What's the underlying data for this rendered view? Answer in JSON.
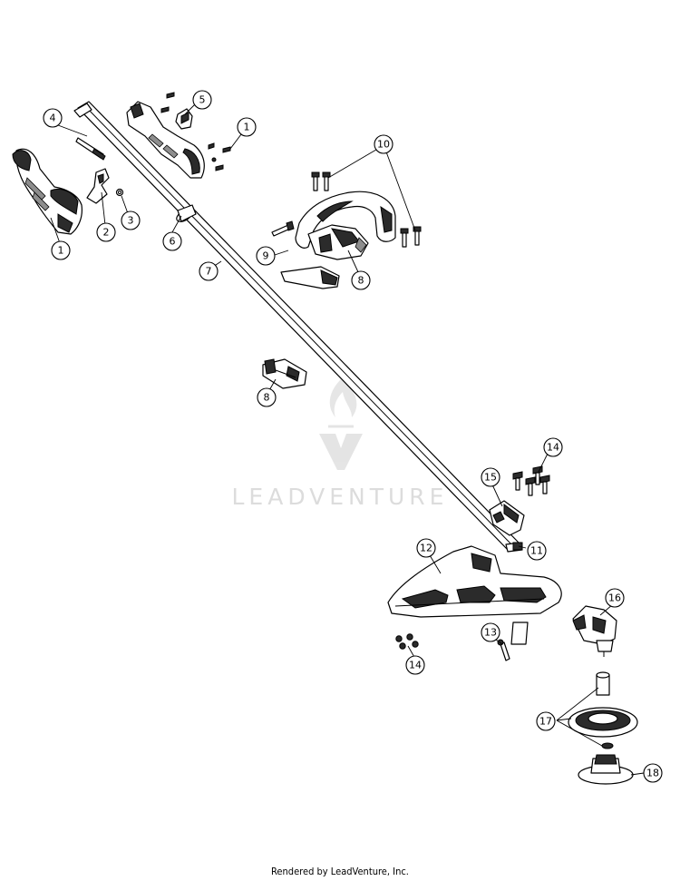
{
  "watermark": {
    "text": "LEADVENTURE"
  },
  "footer": {
    "text": "Rendered by LeadVenture, Inc."
  },
  "callouts": [
    "1",
    "1",
    "2",
    "3",
    "4",
    "5",
    "6",
    "7",
    "8",
    "8",
    "9",
    "10",
    "11",
    "12",
    "13",
    "14",
    "14",
    "15",
    "16",
    "17",
    "18"
  ]
}
